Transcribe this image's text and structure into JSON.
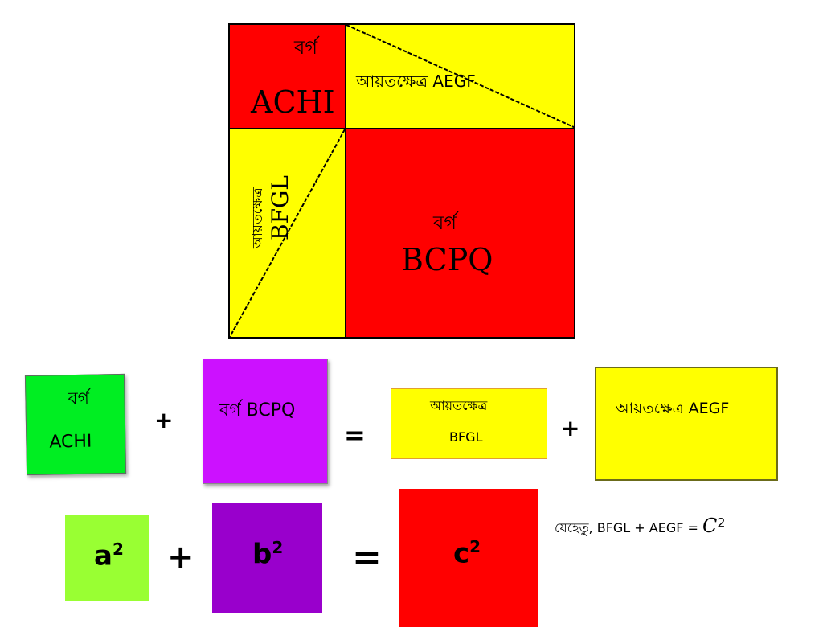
{
  "colors": {
    "red": "#ff0000",
    "yellow": "#ffff00",
    "green": "#00ee22",
    "magenta": "#cc11ff",
    "light_green": "#99ff33",
    "purple": "#9900cc",
    "black": "#000000"
  },
  "main_square": {
    "achi": {
      "word": "বর্গ",
      "name": "ACHI"
    },
    "aegf": {
      "label": "আয়তক্ষেত্র AEGF"
    },
    "bfgl": {
      "word": "আয়তক্ষেত্র",
      "name": "BFGL"
    },
    "bcpq": {
      "word": "বর্গ",
      "name": "BCPQ"
    }
  },
  "equation_row": {
    "box1": {
      "word": "বর্গ",
      "name": "ACHI"
    },
    "plus1": "+",
    "box2": {
      "label": "বর্গ BCPQ"
    },
    "equals": "=",
    "box3": {
      "word": "আয়তক্ষেত্র",
      "name": "BFGL"
    },
    "plus2": "+",
    "box4": {
      "label": "আয়তক্ষেত্র AEGF"
    }
  },
  "formula_row": {
    "a_base": "a",
    "a_exp": "2",
    "plus": "+",
    "b_base": "b",
    "b_exp": "2",
    "equals": "=",
    "c_base": "c",
    "c_exp": "2",
    "note_prefix": "যেহেতু, BFGL  +  AEGF =",
    "note_var": "C",
    "note_exp": "2"
  }
}
